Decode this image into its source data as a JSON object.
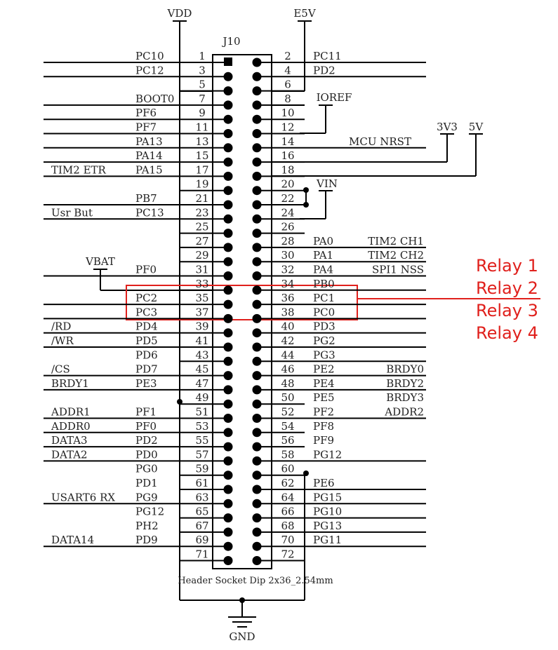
{
  "designator": "J10",
  "footprint": "Header Socket Dip 2x36_2.54mm",
  "pins": [
    {
      "n": "1",
      "net": "PC10",
      "ext": ""
    },
    {
      "n": "2",
      "net": "PC11",
      "ext": ""
    },
    {
      "n": "3",
      "net": "PC12",
      "ext": ""
    },
    {
      "n": "4",
      "net": "PD2",
      "ext": ""
    },
    {
      "n": "5",
      "net": "",
      "ext": ""
    },
    {
      "n": "6",
      "net": "",
      "ext": ""
    },
    {
      "n": "7",
      "net": "BOOT0",
      "ext": ""
    },
    {
      "n": "8",
      "net": "",
      "ext": ""
    },
    {
      "n": "9",
      "net": "PF6",
      "ext": ""
    },
    {
      "n": "10",
      "net": "",
      "ext": ""
    },
    {
      "n": "11",
      "net": "PF7",
      "ext": ""
    },
    {
      "n": "12",
      "net": "",
      "ext": ""
    },
    {
      "n": "13",
      "net": "PA13",
      "ext": ""
    },
    {
      "n": "14",
      "net": "MCU NRST",
      "ext": ""
    },
    {
      "n": "15",
      "net": "PA14",
      "ext": ""
    },
    {
      "n": "16",
      "net": "",
      "ext": ""
    },
    {
      "n": "17",
      "net": "PA15",
      "ext": "TIM2 ETR"
    },
    {
      "n": "18",
      "net": "",
      "ext": ""
    },
    {
      "n": "19",
      "net": "",
      "ext": ""
    },
    {
      "n": "20",
      "net": "",
      "ext": ""
    },
    {
      "n": "21",
      "net": "PB7",
      "ext": ""
    },
    {
      "n": "22",
      "net": "",
      "ext": ""
    },
    {
      "n": "23",
      "net": "PC13",
      "ext": "Usr But"
    },
    {
      "n": "24",
      "net": "",
      "ext": ""
    },
    {
      "n": "25",
      "net": "",
      "ext": ""
    },
    {
      "n": "26",
      "net": "",
      "ext": ""
    },
    {
      "n": "27",
      "net": "",
      "ext": ""
    },
    {
      "n": "28",
      "net": "PA0",
      "ext": "TIM2 CH1"
    },
    {
      "n": "29",
      "net": "",
      "ext": ""
    },
    {
      "n": "30",
      "net": "PA1",
      "ext": "TIM2 CH2"
    },
    {
      "n": "31",
      "net": "PF0",
      "ext": ""
    },
    {
      "n": "32",
      "net": "PA4",
      "ext": "SPI1 NSS"
    },
    {
      "n": "33",
      "net": "",
      "ext": ""
    },
    {
      "n": "34",
      "net": "PB0",
      "ext": ""
    },
    {
      "n": "35",
      "net": "PC2",
      "ext": ""
    },
    {
      "n": "36",
      "net": "PC1",
      "ext": ""
    },
    {
      "n": "37",
      "net": "PC3",
      "ext": ""
    },
    {
      "n": "38",
      "net": "PC0",
      "ext": ""
    },
    {
      "n": "39",
      "net": "PD4",
      "ext": "/RD"
    },
    {
      "n": "40",
      "net": "PD3",
      "ext": ""
    },
    {
      "n": "41",
      "net": "PD5",
      "ext": "/WR"
    },
    {
      "n": "42",
      "net": "PG2",
      "ext": ""
    },
    {
      "n": "43",
      "net": "PD6",
      "ext": ""
    },
    {
      "n": "44",
      "net": "PG3",
      "ext": ""
    },
    {
      "n": "45",
      "net": "PD7",
      "ext": "/CS"
    },
    {
      "n": "46",
      "net": "PE2",
      "ext": "BRDY0"
    },
    {
      "n": "47",
      "net": "PE3",
      "ext": "BRDY1"
    },
    {
      "n": "48",
      "net": "PE4",
      "ext": "BRDY2"
    },
    {
      "n": "49",
      "net": "",
      "ext": ""
    },
    {
      "n": "50",
      "net": "PE5",
      "ext": "BRDY3"
    },
    {
      "n": "51",
      "net": "PF1",
      "ext": "ADDR1"
    },
    {
      "n": "52",
      "net": "PF2",
      "ext": "ADDR2"
    },
    {
      "n": "53",
      "net": "PF0",
      "ext": "ADDR0"
    },
    {
      "n": "54",
      "net": "PF8",
      "ext": ""
    },
    {
      "n": "55",
      "net": "PD2",
      "ext": "DATA3"
    },
    {
      "n": "56",
      "net": "PF9",
      "ext": ""
    },
    {
      "n": "57",
      "net": "PD0",
      "ext": "DATA2"
    },
    {
      "n": "58",
      "net": "PG12",
      "ext": ""
    },
    {
      "n": "59",
      "net": "PG0",
      "ext": ""
    },
    {
      "n": "60",
      "net": "",
      "ext": ""
    },
    {
      "n": "61",
      "net": "PD1",
      "ext": ""
    },
    {
      "n": "62",
      "net": "PE6",
      "ext": ""
    },
    {
      "n": "63",
      "net": "PG9",
      "ext": "USART6 RX"
    },
    {
      "n": "64",
      "net": "PG15",
      "ext": ""
    },
    {
      "n": "65",
      "net": "PG12",
      "ext": ""
    },
    {
      "n": "66",
      "net": "PG10",
      "ext": ""
    },
    {
      "n": "67",
      "net": "PH2",
      "ext": ""
    },
    {
      "n": "68",
      "net": "PG13",
      "ext": ""
    },
    {
      "n": "69",
      "net": "PD9",
      "ext": "DATA14"
    },
    {
      "n": "70",
      "net": "PG11",
      "ext": ""
    },
    {
      "n": "71",
      "net": "",
      "ext": ""
    },
    {
      "n": "72",
      "net": "",
      "ext": ""
    }
  ],
  "power": {
    "vdd": "VDD",
    "e5v": "E5V",
    "ioref": "IOREF",
    "v3v3": "3V3",
    "v5": "5V",
    "vin": "VIN",
    "vbat": "VBAT",
    "gnd": "GND"
  },
  "annotations": {
    "relays": [
      "Relay 1",
      "Relay 2",
      "Relay 3",
      "Relay 4"
    ],
    "highlight_color": "#e0201c"
  }
}
